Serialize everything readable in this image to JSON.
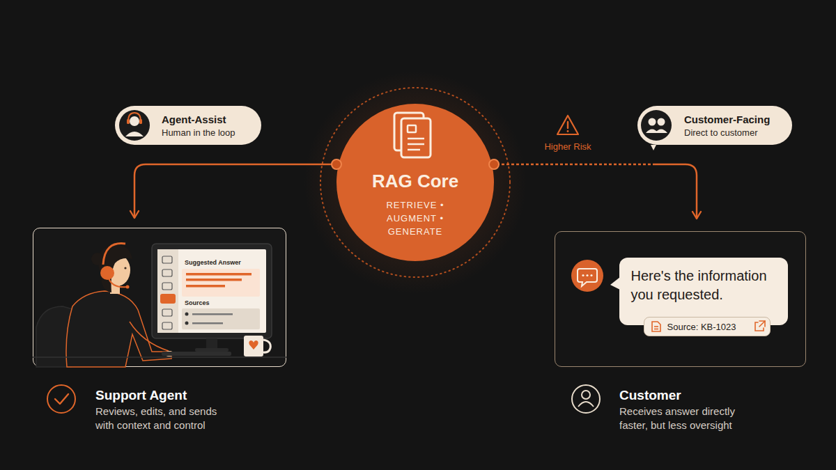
{
  "diagram": {
    "nodes": [
      {
        "text": [
          "Agent-Assist",
          "Human in the loop"
        ]
      },
      {
        "text": [
          "RAG Core",
          "RETRIEVE • AUGMENT • GENERATE"
        ]
      },
      {
        "text": [
          "Customer-Facing",
          "Direct to customer"
        ]
      },
      {
        "text": [
          "Support Agent",
          "Reviews, edits, and sends with context and control"
        ]
      },
      {
        "text": [
          "Customer",
          "Receives answer directly faster, but less oversight"
        ]
      },
      {
        "text": [
          "Here's the information you requested."
        ],
        "in": 4
      },
      {
        "text": [
          "Source: KB-1023"
        ],
        "in": 5
      }
    ],
    "edges": [
      {
        "from": 1,
        "to": 3,
        "arrow": "to"
      },
      {
        "from": 1,
        "to": 4,
        "label": "Higher Risk",
        "arrow": "to"
      }
    ],
    "labels": [
      "Suggested Answer",
      "Sources"
    ]
  }
}
